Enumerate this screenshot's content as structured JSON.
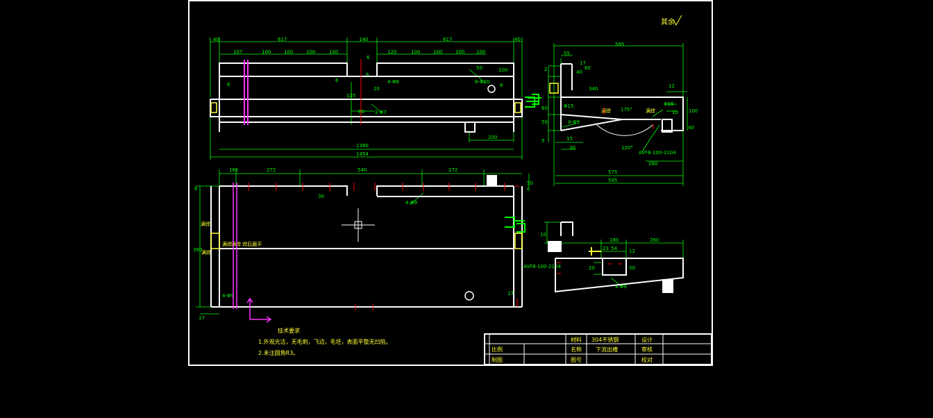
{
  "corner_mark": "其余",
  "top_view": {
    "dims_top": [
      "40",
      "617",
      "140",
      "617",
      "40"
    ],
    "dims_holes_left": [
      "107",
      "100",
      "100",
      "100",
      "100"
    ],
    "dims_holes_right": [
      "120",
      "100",
      "100",
      "100",
      "100"
    ],
    "dim_6a": "6",
    "dim_6b": "6",
    "dim_6c": "6",
    "dim_6d": "6",
    "dim_6e": "6",
    "dim_4phi6": "4-Φ6",
    "dim_8phi20": "8-Φ20",
    "dim_2phi7": "2-Φ7",
    "dim_100": "100",
    "dim_80": "80",
    "dim_20": "20",
    "dim_125": "125",
    "dim_50": "50",
    "dim_200": "200",
    "dim_1380": "1380",
    "dim_1454": "1454"
  },
  "front_view": {
    "dims_top": [
      "165",
      "272",
      "540",
      "272"
    ],
    "dim_6": "6",
    "dim_390": "390",
    "dim_50": "50",
    "dim_30": "30",
    "dim_4phi9a": "4-Φ9",
    "dim_4phi9b": "4-Φ9",
    "dim_17a": "17",
    "dim_17b": "17",
    "weld_a": "满焊",
    "weld_b": "满焊",
    "weld_c": "满焊",
    "weld_label": "满焊 焊后磨平",
    "avf_label": "AVF8-100-2104"
  },
  "side_view": {
    "dim_595_top": "595",
    "dim_55": "55",
    "dim_17": "17",
    "dim_2": "2",
    "dim_60": "60",
    "dim_40": "40",
    "dim_340": "340",
    "dim_12": "12",
    "dim_phi15": "Φ15",
    "dim_60b": "60",
    "dim_50": "50",
    "dim_4phi9": "4-Φ9",
    "dim_15": "15",
    "dim_30": "30",
    "dim_5": "5",
    "dim_175": "175°",
    "dim_100": "100",
    "dim_phi36": "Φ36",
    "dim_10": "10",
    "dim_40b": "40",
    "dim_120": "120°",
    "weld": "满焊",
    "weld2": "满焊",
    "avf": "AVF8-100-2104",
    "dim_260": "260",
    "dim_575": "575",
    "dim_595": "595"
  },
  "detail_view": {
    "dim_10": "10",
    "dim_180": "180",
    "dim_260": "260",
    "dim_23": "23",
    "dim_54": "54",
    "dim_12": "12",
    "dim_20": "20",
    "dim_50": "50",
    "dim_4phi9": "4-Φ9"
  },
  "notes": {
    "title": "技术要求",
    "line1": "1.外观光洁，无毛刺，飞边，毛坯，表面平整无凹陷。",
    "line2": "2.未注圆角R3。"
  },
  "title_block": {
    "material_label": "材料",
    "material_value": "304不锈钢",
    "design_label": "设计",
    "scale_label": "比例",
    "name_label": "名称",
    "name_value": "下流出槽",
    "review_label": "审核",
    "drawing_label": "制图",
    "drawing_no_label": "图号",
    "check_label": "校对"
  },
  "colors": {
    "outline": "#ffffff",
    "dimension": "#00ff00",
    "center": "#ff0000",
    "magenta": "#ff33ff",
    "text_yellow": "#ffff33",
    "cyan": "#00ffff",
    "background": "#000000"
  }
}
